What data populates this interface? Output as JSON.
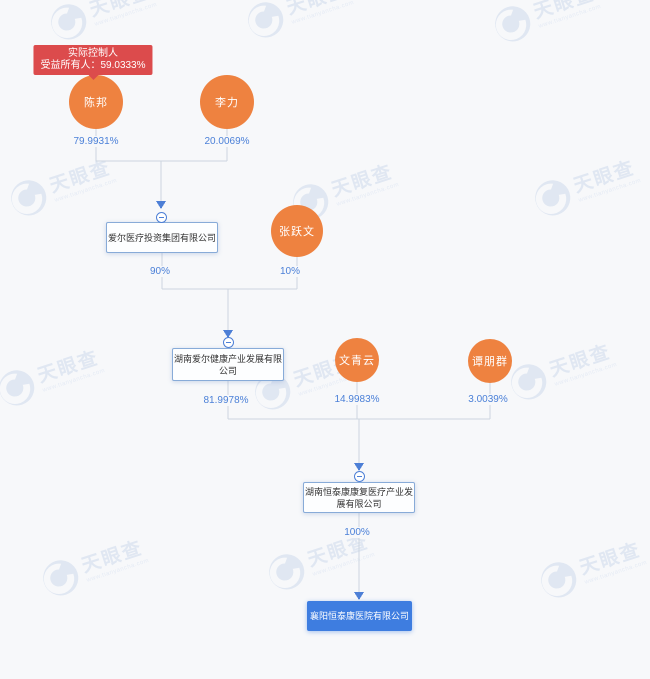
{
  "watermark": {
    "brand": "天眼查",
    "sub": "www.tianyancha.com"
  },
  "badge": {
    "line1": "实际控制人",
    "line2": "受益所有人：59.0333%"
  },
  "persons": [
    {
      "name": "陈邦"
    },
    {
      "name": "李力"
    },
    {
      "name": "张跃文"
    },
    {
      "name": "文青云"
    },
    {
      "name": "谭朋群"
    }
  ],
  "companies": [
    {
      "name": "爱尔医疗投资集团有限公司"
    },
    {
      "name": "湖南爱尔健康产业发展有限公司"
    },
    {
      "name": "湖南恒泰康康复医疗产业发展有限公司"
    },
    {
      "name": "襄阳恒泰康医院有限公司"
    }
  ],
  "structure": {
    "edges": [
      {
        "from": "陈邦",
        "to": "爱尔医疗投资集团有限公司",
        "percent": "79.9931%"
      },
      {
        "from": "李力",
        "to": "爱尔医疗投资集团有限公司",
        "percent": "20.0069%"
      },
      {
        "from": "爱尔医疗投资集团有限公司",
        "to": "湖南爱尔健康产业发展有限公司",
        "percent": "90%"
      },
      {
        "from": "张跃文",
        "to": "湖南爱尔健康产业发展有限公司",
        "percent": "10%"
      },
      {
        "from": "湖南爱尔健康产业发展有限公司",
        "to": "湖南恒泰康康复医疗产业发展有限公司",
        "percent": "81.9978%"
      },
      {
        "from": "文青云",
        "to": "湖南恒泰康康复医疗产业发展有限公司",
        "percent": "14.9983%"
      },
      {
        "from": "谭朋群",
        "to": "湖南恒泰康康复医疗产业发展有限公司",
        "percent": "3.0039%"
      },
      {
        "from": "湖南恒泰康康复医疗产业发展有限公司",
        "to": "襄阳恒泰康医院有限公司",
        "percent": "100%"
      }
    ]
  },
  "colors": {
    "background": "#f7f8fa",
    "person_orange": "#ee8240",
    "badge_red": "#dc4b4c",
    "target_blue": "#3e7de0",
    "percent_blue": "#4b80d8",
    "line_gray": "#ccd5e0",
    "box_border_blue": "#88abd8"
  }
}
